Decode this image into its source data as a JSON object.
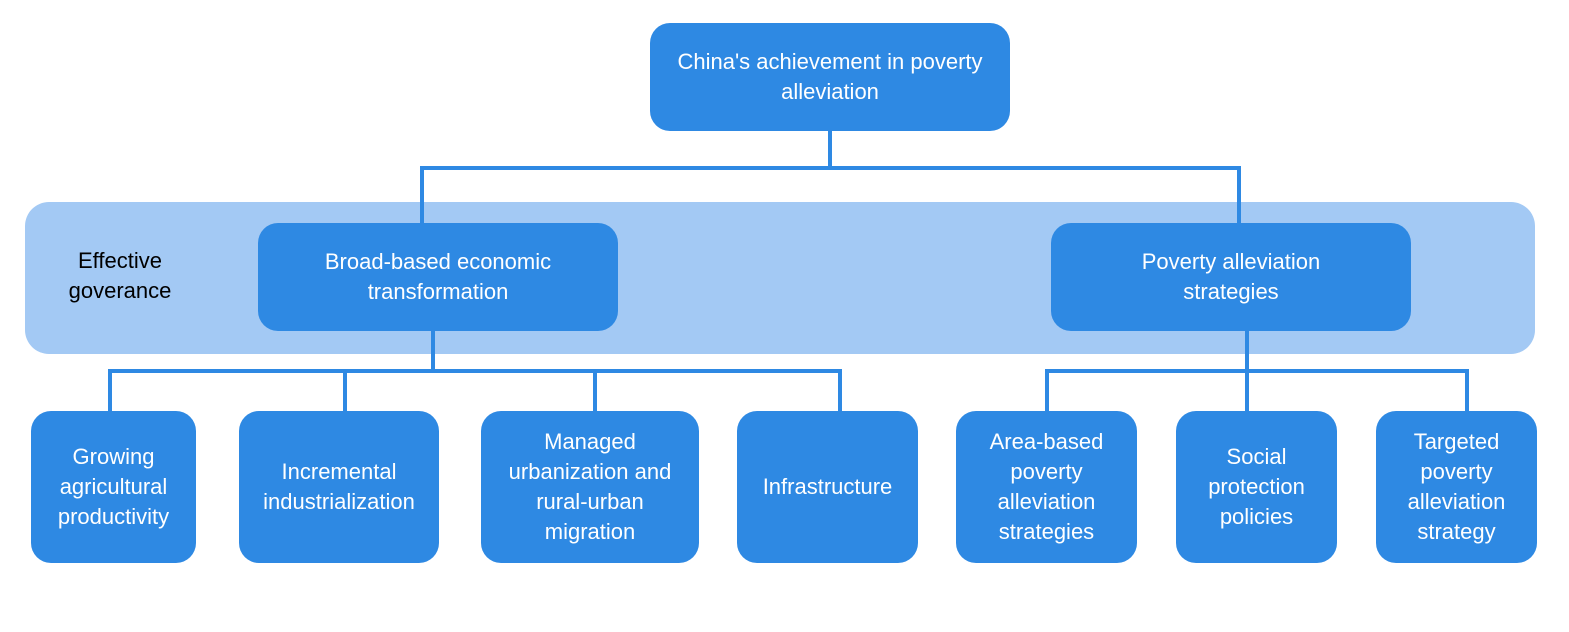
{
  "colors": {
    "node_fill": "#2e89e3",
    "band_fill": "#a3c9f4",
    "connector": "#2e89e3"
  },
  "band": {
    "label": "Effective\ngoverance"
  },
  "root": {
    "label": "China's achievement in poverty alleviation"
  },
  "pillars": [
    {
      "label": "Broad-based economic transformation",
      "children": [
        {
          "label": "Growing agricultural productivity"
        },
        {
          "label": "Incremental industrialization"
        },
        {
          "label": "Managed urbanization and rural-urban migration"
        },
        {
          "label": "Infrastructure"
        }
      ]
    },
    {
      "label": "Poverty alleviation strategies",
      "children": [
        {
          "label": "Area-based poverty alleviation strategies"
        },
        {
          "label": "Social protection policies"
        },
        {
          "label": "Targeted poverty alleviation strategy"
        }
      ]
    }
  ]
}
